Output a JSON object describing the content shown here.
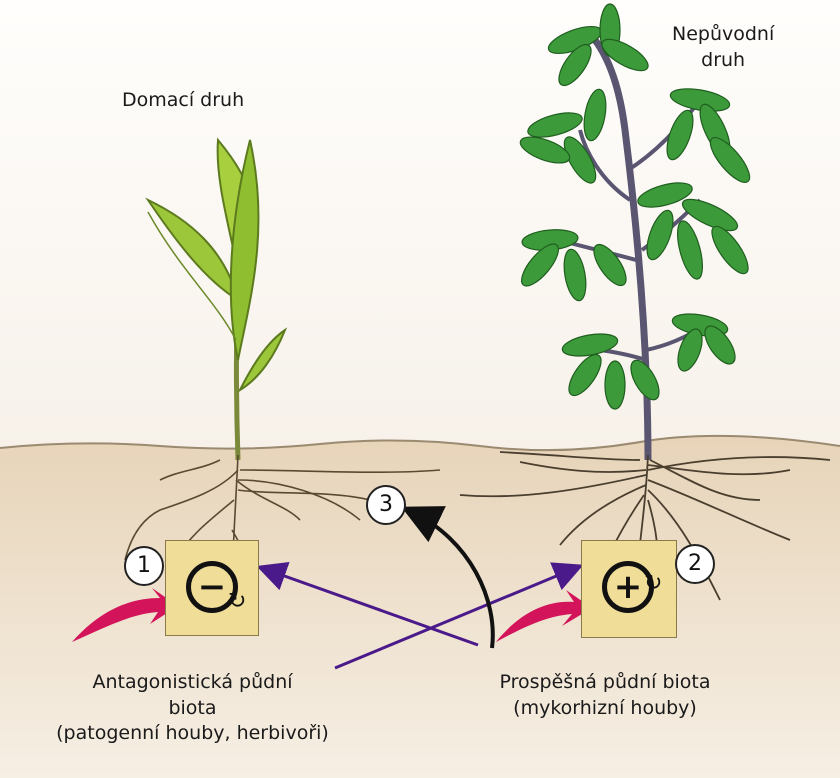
{
  "labels": {
    "native": "Domací druh",
    "nonnative_line1": "Nepůvodní",
    "nonnative_line2": "druh",
    "antagonist_line1": "Antagonistická půdní",
    "antagonist_line2": "biota",
    "antagonist_line3": "(patogenní houby, herbivoři)",
    "beneficial_line1": "Prospěšná půdní biota",
    "beneficial_line2": "(mykorhizní houby)"
  },
  "markers": {
    "one": "1",
    "two": "2",
    "three": "3"
  },
  "signs": {
    "negative": "−",
    "positive": "+"
  },
  "colors": {
    "sky": "#fbf9f6",
    "soil": "#eedfc9",
    "native_leaf": "#9cc73a",
    "invasive_leaf": "#3c9a3a",
    "box": "#f0dd98",
    "pink_arrow": "#d4145a",
    "purple_arrow": "#4b1a8a"
  }
}
